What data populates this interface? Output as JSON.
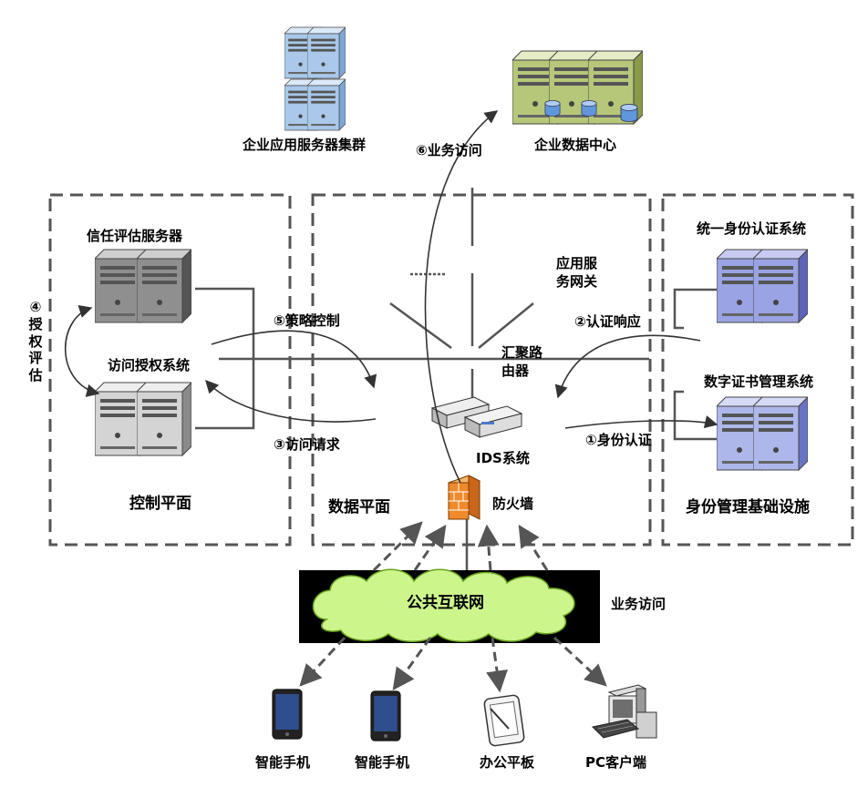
{
  "labels": {
    "app_server_cluster": "企业应用服务器集群",
    "data_center": "企业数据中心",
    "step6": "⑥业务访问",
    "trust_server": "信任评估服务器",
    "access_auth": "访问授权系统",
    "step4": "④授权评估",
    "step5": "⑤策略控制",
    "step3": "③访问请求",
    "control_plane": "控制平面",
    "app_gateway": "应用服务网关",
    "router": "汇聚路由器",
    "ids": "IDS系统",
    "firewall": "防火墙",
    "data_plane": "数据平面",
    "identity_system": "统一身份认证系统",
    "step2": "②认证响应",
    "cert_system": "数字证书管理系统",
    "step1": "①身份认证",
    "identity_infra": "身份管理基础设施",
    "internet": "公共互联网",
    "business_access": "业务访问",
    "phone1": "智能手机",
    "phone2": "智能手机",
    "tablet": "办公平板",
    "pc_client": "PC客户端"
  },
  "colors": {
    "app_server": "#a9c8ea",
    "data_server": "#b6c77a",
    "gray_server": "#8f8f8f",
    "identity_server": "#9aa3e4",
    "cloud": "#ccf58c",
    "firewall": "#f08a2b"
  },
  "icons": [
    "server-icon",
    "database-icon",
    "router-icon",
    "firewall-icon",
    "cloud-icon",
    "phone-icon",
    "tablet-icon",
    "pc-icon"
  ]
}
